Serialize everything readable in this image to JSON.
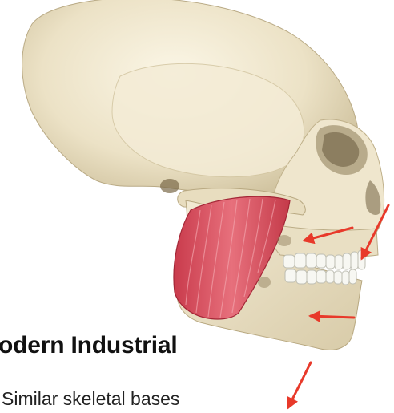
{
  "heading": "odern Industrial",
  "caption": "Similar skeletal bases",
  "colors": {
    "background": "#ffffff",
    "bone": "#efe6cf",
    "bone_shadow": "#c8b994",
    "muscle": "#d9505f",
    "arrow": "#e8392a",
    "teeth": "#f7f7f2"
  },
  "arrows": [
    {
      "name": "maxilla-arrow",
      "direction": "left"
    },
    {
      "name": "incisor-arrow",
      "direction": "down-left"
    },
    {
      "name": "mandible-arrow",
      "direction": "left"
    },
    {
      "name": "chin-arrow",
      "direction": "down-left"
    }
  ]
}
